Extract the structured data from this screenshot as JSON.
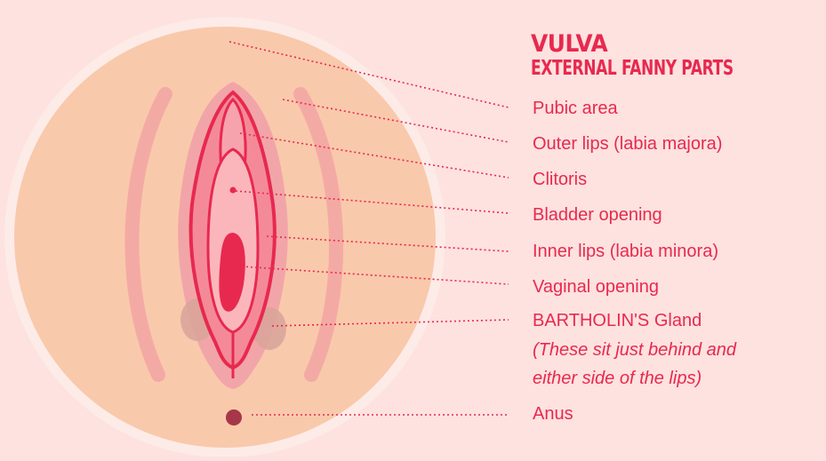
{
  "title": {
    "line1": "VULVA",
    "line2": "EXTERNAL FANNY PARTS"
  },
  "labels": [
    {
      "key": "pubic",
      "text": "Pubic area"
    },
    {
      "key": "outer",
      "text": "Outer lips (labia majora)"
    },
    {
      "key": "clitoris",
      "text": "Clitoris"
    },
    {
      "key": "bladder",
      "text": "Bladder opening"
    },
    {
      "key": "inner",
      "text": "Inner lips (labia minora)"
    },
    {
      "key": "vaginal",
      "text": "Vaginal opening"
    },
    {
      "key": "bartholin",
      "text": "BARTHOLIN'S Gland"
    },
    {
      "key": "anus",
      "text": "Anus"
    }
  ],
  "bartholin_note": {
    "line1": "(These sit just behind and",
    "line2": "either side of the lips)"
  },
  "colors": {
    "background": "#fde2df",
    "halo": "#fdebe8",
    "skin": "#f9c9ab",
    "accent": "#e8294f",
    "outer_lips": "#f2a5a8",
    "inner_lips": "#f48a98",
    "gland": "#d9a39a",
    "anus": "#a63748"
  }
}
